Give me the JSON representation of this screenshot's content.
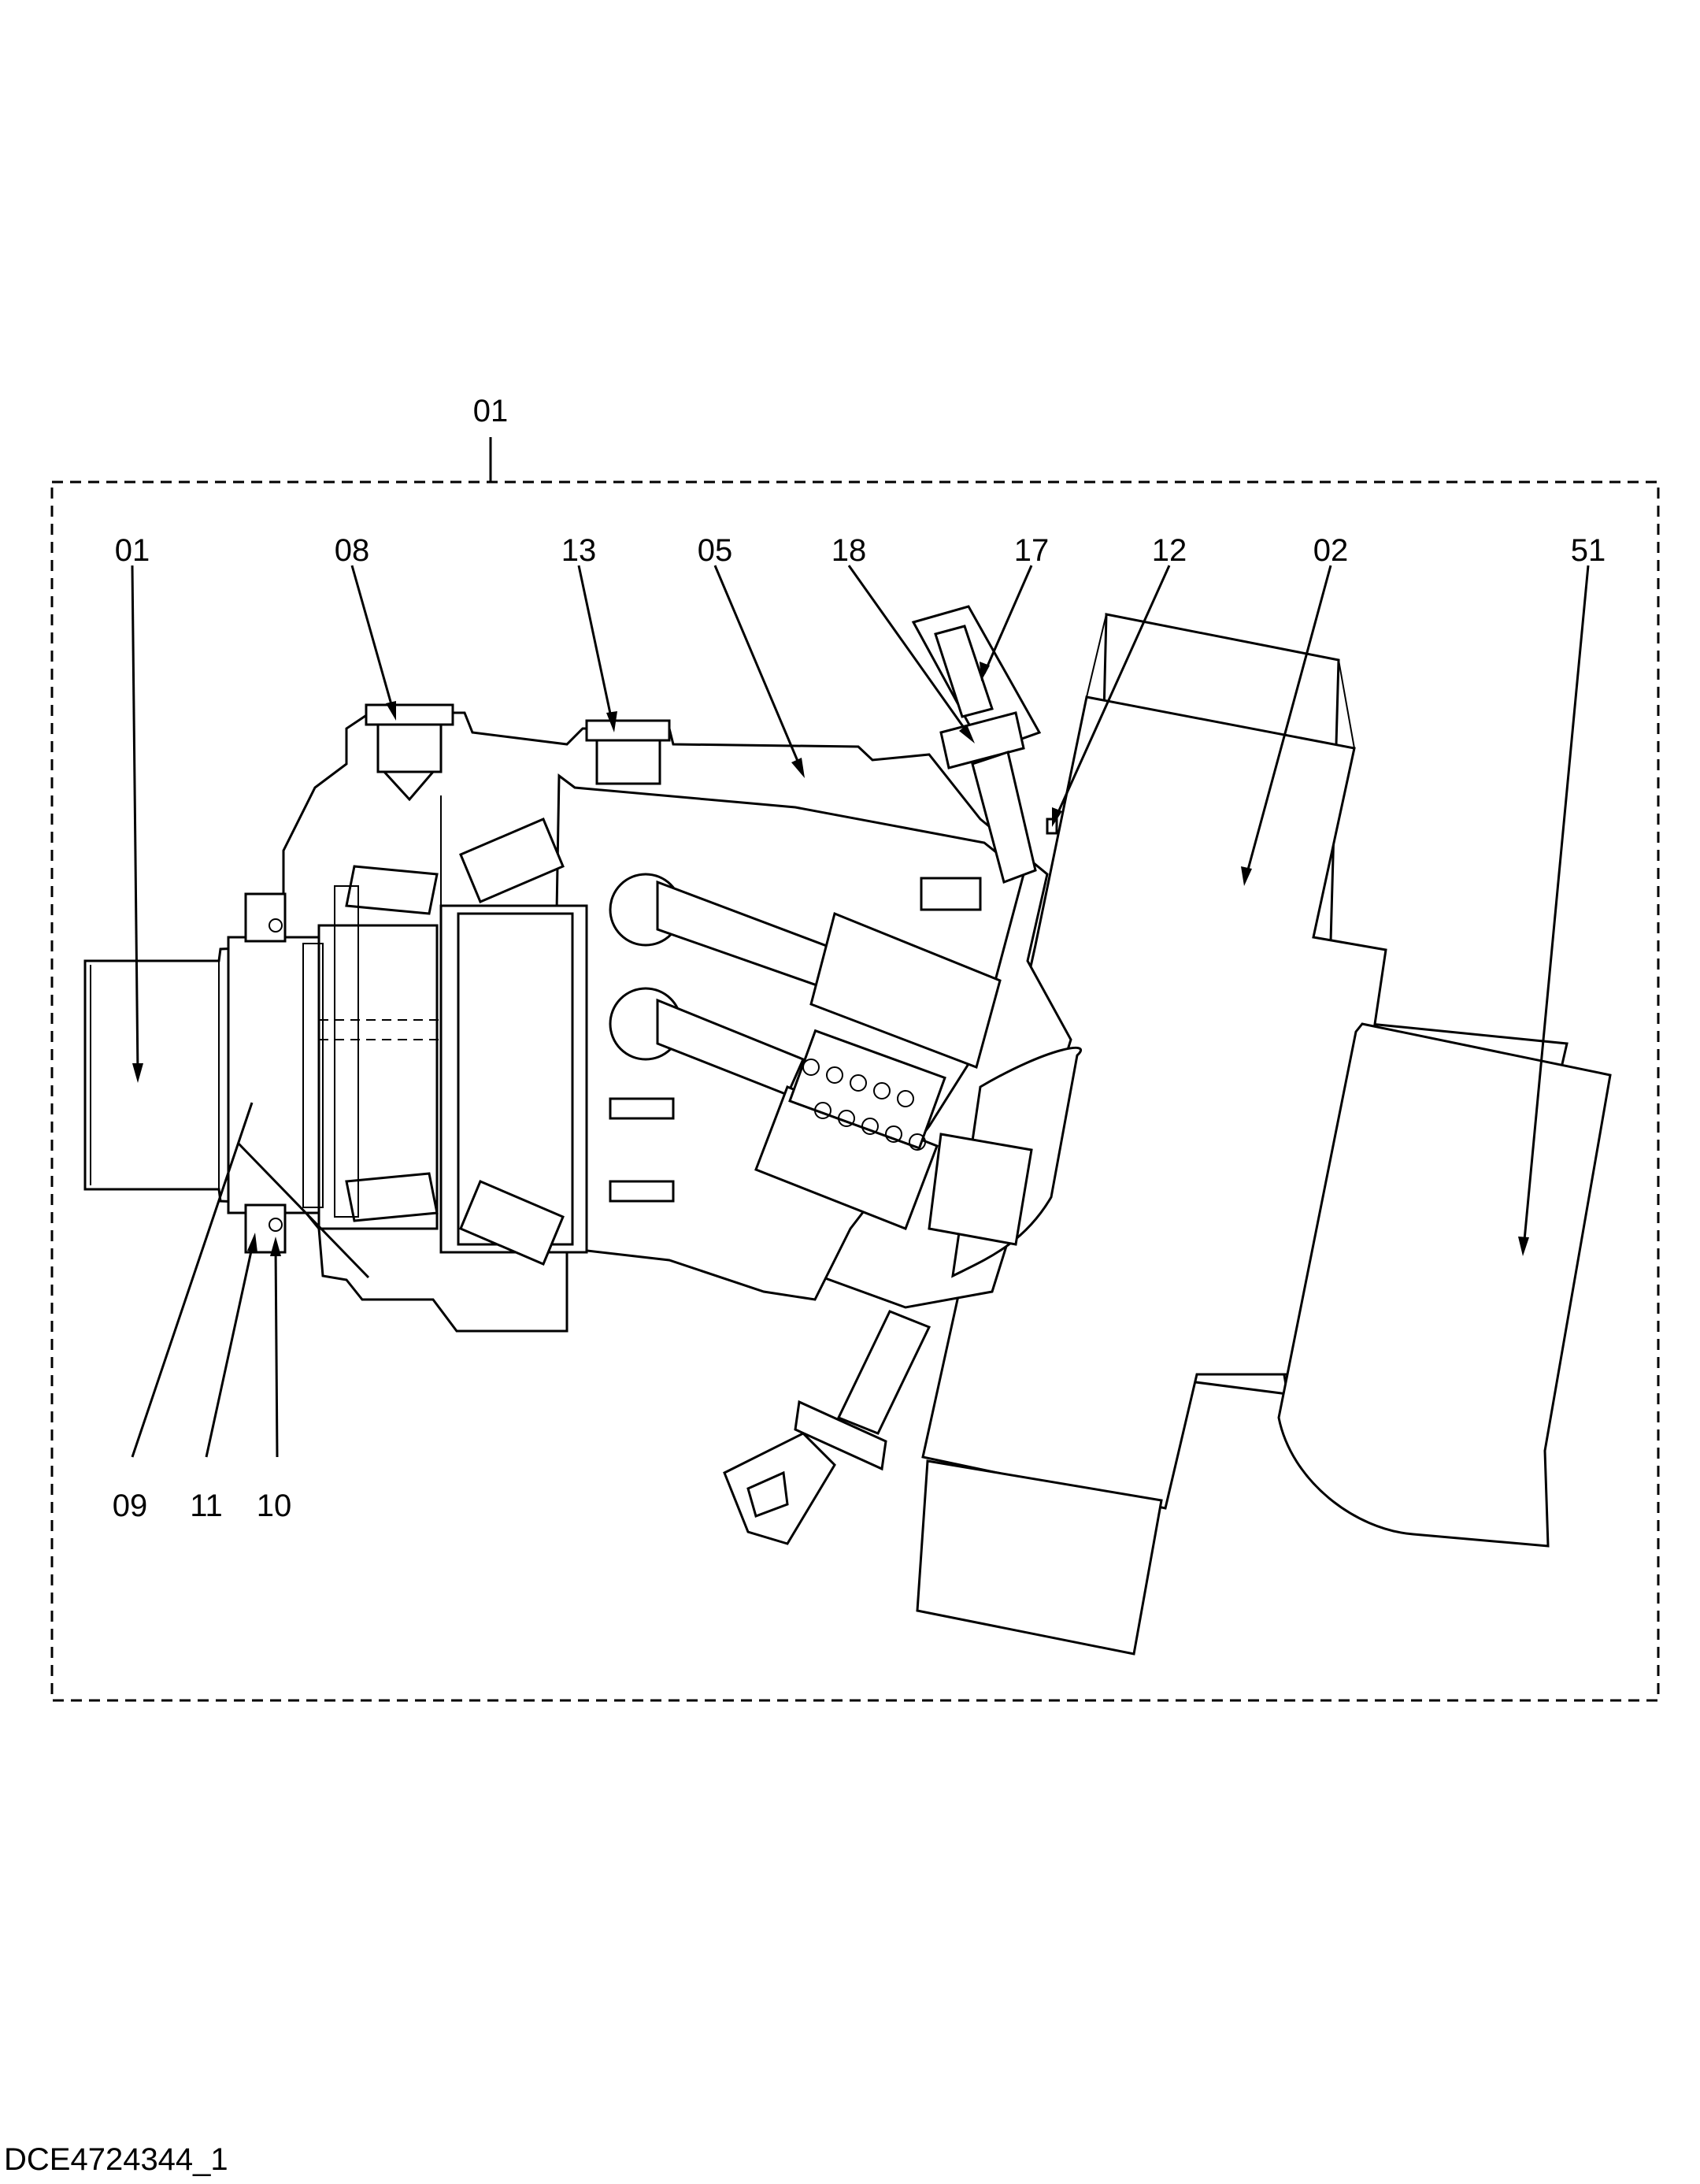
{
  "drawing": {
    "assembly_label": "01",
    "drawing_id": "DCE4724344_1",
    "callouts": [
      {
        "id": "01"
      },
      {
        "id": "08"
      },
      {
        "id": "13"
      },
      {
        "id": "05"
      },
      {
        "id": "18"
      },
      {
        "id": "17"
      },
      {
        "id": "12"
      },
      {
        "id": "02"
      },
      {
        "id": "51"
      },
      {
        "id": "09"
      },
      {
        "id": "11"
      },
      {
        "id": "10"
      }
    ]
  }
}
